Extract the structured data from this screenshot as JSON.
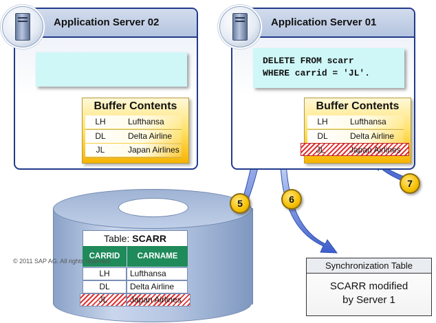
{
  "servers": [
    {
      "title": "Application Server 02",
      "buffer": {
        "title": "Buffer Contents",
        "rows": [
          {
            "code": "LH",
            "name": "Lufthansa"
          },
          {
            "code": "DL",
            "name": "Delta Airline"
          },
          {
            "code": "JL",
            "name": "Japan Airlines"
          }
        ]
      }
    },
    {
      "title": "Application Server 01",
      "sql": [
        "DELETE FROM scarr",
        "WHERE carrid = 'JL'."
      ],
      "buffer": {
        "title": "Buffer Contents",
        "rows": [
          {
            "code": "LH",
            "name": "Lufthansa"
          },
          {
            "code": "DL",
            "name": "Delta Airline"
          },
          {
            "code": "JL",
            "name": "Japan Airlines"
          }
        ]
      }
    }
  ],
  "database_table": {
    "title_prefix": "Table:",
    "title_name": "SCARR",
    "columns": [
      "CARRID",
      "CARNAME"
    ],
    "rows": [
      {
        "code": "LH",
        "name": "Lufthansa"
      },
      {
        "code": "DL",
        "name": "Delta Airline"
      },
      {
        "code": "JL",
        "name": "Japan Airlines"
      }
    ]
  },
  "sync_table": {
    "title": "Synchronization Table",
    "line1": "SCARR modified",
    "line2": "by Server 1"
  },
  "steps": [
    "5",
    "6",
    "7"
  ],
  "copyright": "© 2011 SAP AG. All rights reserved.",
  "colors": {
    "frame": "#1f3a8a",
    "buffer": "#ffd84a",
    "arrow": "#4f6fd0",
    "table_header": "#1f8a5a",
    "invalidated": "#e03030"
  }
}
